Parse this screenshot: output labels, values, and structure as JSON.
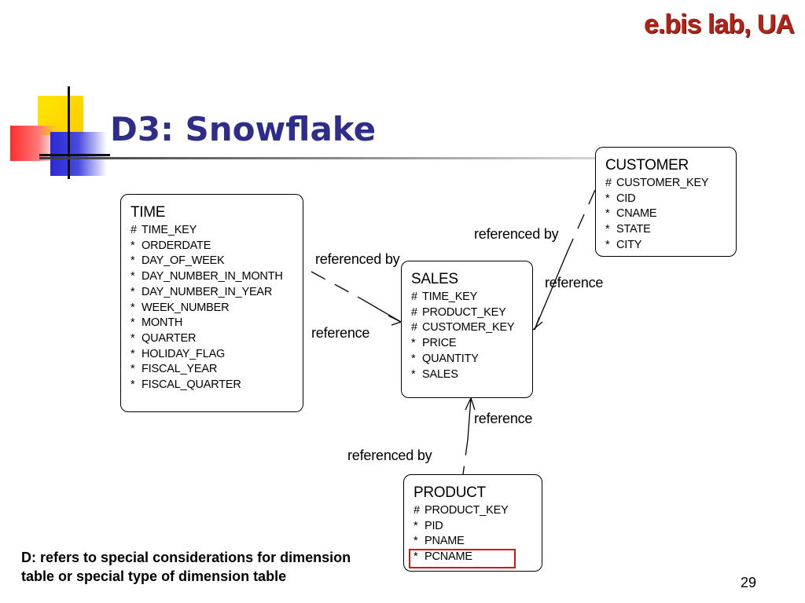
{
  "brand": "e.bis lab, UA",
  "title": "D3: Snowflake",
  "colors": {
    "title": "#2e2e8a",
    "brand": "#b02418",
    "highlight": "#e01010"
  },
  "entities": {
    "time": {
      "name": "TIME",
      "attributes": [
        {
          "mark": "#",
          "text": "TIME_KEY"
        },
        {
          "mark": "*",
          "text": "ORDERDATE"
        },
        {
          "mark": "*",
          "text": "DAY_OF_WEEK"
        },
        {
          "mark": "*",
          "text": "DAY_NUMBER_IN_MONTH"
        },
        {
          "mark": "*",
          "text": "DAY_NUMBER_IN_YEAR"
        },
        {
          "mark": "*",
          "text": "WEEK_NUMBER"
        },
        {
          "mark": "*",
          "text": "MONTH"
        },
        {
          "mark": "*",
          "text": "QUARTER"
        },
        {
          "mark": "*",
          "text": "HOLIDAY_FLAG"
        },
        {
          "mark": "*",
          "text": "FISCAL_YEAR"
        },
        {
          "mark": "*",
          "text": "FISCAL_QUARTER"
        }
      ]
    },
    "customer": {
      "name": "CUSTOMER",
      "attributes": [
        {
          "mark": "#",
          "text": "CUSTOMER_KEY"
        },
        {
          "mark": "*",
          "text": "CID"
        },
        {
          "mark": "*",
          "text": "CNAME"
        },
        {
          "mark": "*",
          "text": "STATE"
        },
        {
          "mark": "*",
          "text": "CITY"
        }
      ]
    },
    "sales": {
      "name": "SALES",
      "attributes": [
        {
          "mark": "#",
          "text": "TIME_KEY"
        },
        {
          "mark": "#",
          "text": "PRODUCT_KEY"
        },
        {
          "mark": "#",
          "text": "CUSTOMER_KEY"
        },
        {
          "mark": "*",
          "text": "PRICE"
        },
        {
          "mark": "*",
          "text": "QUANTITY"
        },
        {
          "mark": "*",
          "text": "SALES"
        }
      ]
    },
    "product": {
      "name": "PRODUCT",
      "attributes": [
        {
          "mark": "#",
          "text": "PRODUCT_KEY"
        },
        {
          "mark": "*",
          "text": "PID"
        },
        {
          "mark": "*",
          "text": "PNAME"
        },
        {
          "mark": "*",
          "text": "PCNAME"
        }
      ]
    }
  },
  "relationships": {
    "time_referenced_by": "referenced by",
    "time_reference": "reference",
    "customer_referenced_by": "referenced by",
    "customer_reference": "reference",
    "product_reference": "reference",
    "product_referenced_by": "referenced by"
  },
  "note": {
    "line1": "D: refers to special considerations for dimension",
    "line2": "table or special type of dimension table"
  },
  "page_number": "29"
}
